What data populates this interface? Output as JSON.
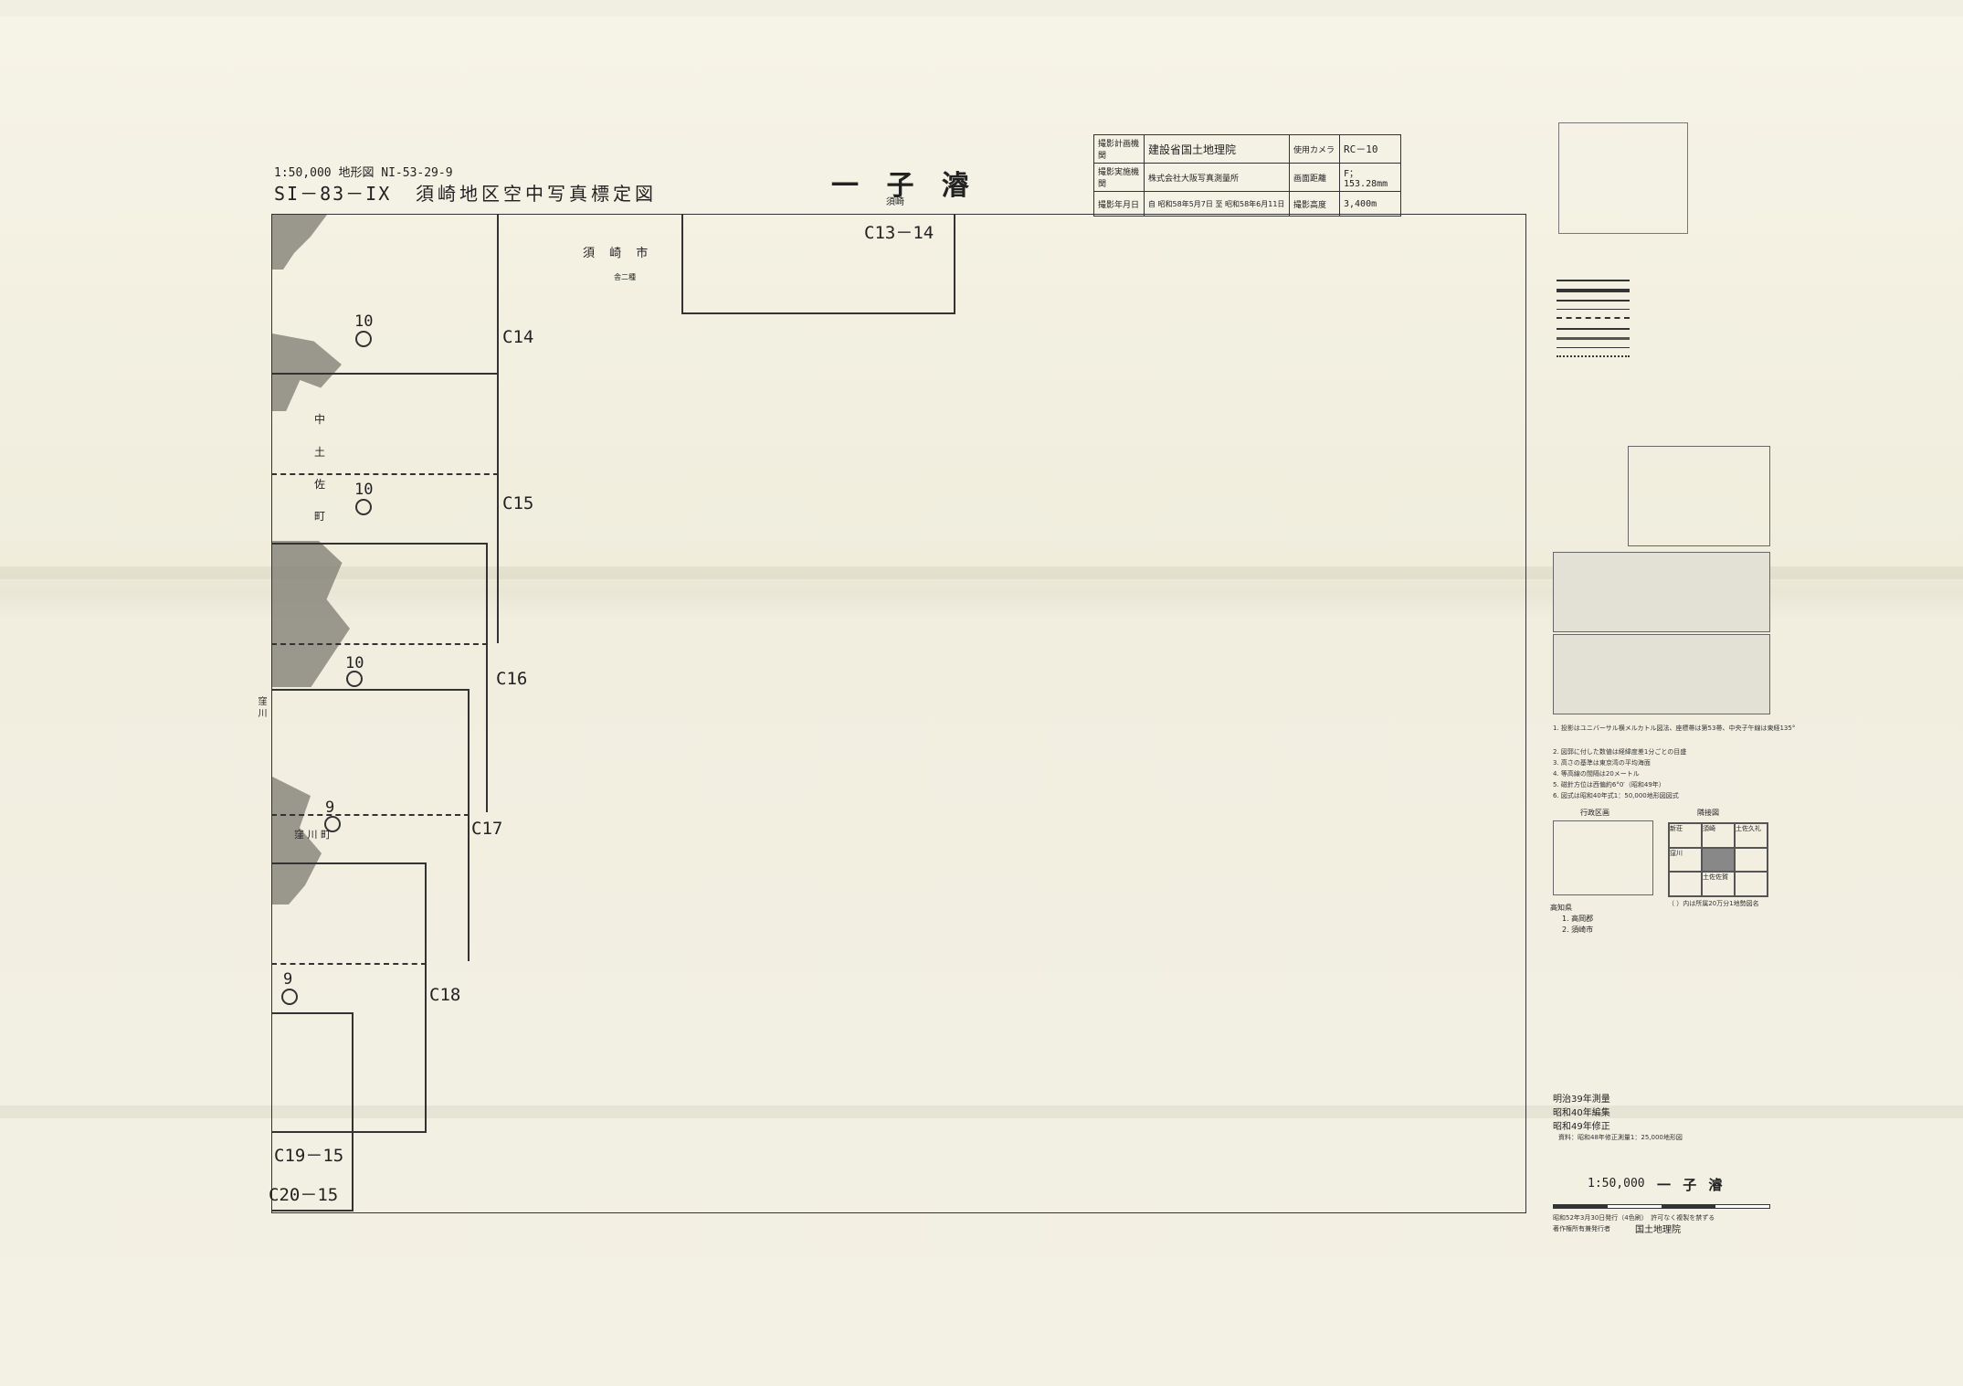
{
  "header": {
    "scale_line": "1:50,000 地形図 NI-53-29-9",
    "code": "SI－83－IX",
    "title": "須崎地区空中写真標定図",
    "sheet_name": "一 子 濬",
    "sheet_sub": "須崎"
  },
  "info_table": {
    "rows": [
      {
        "k1": "撮影計画機関",
        "v1": "建設省国土地理院",
        "k2": "使用カメラ",
        "v2": "RC－10"
      },
      {
        "k1": "撮影実施機関",
        "v1": "株式会社大阪写真測量所",
        "k2": "画面距離",
        "v2": "F；153.28mm"
      },
      {
        "k1": "撮影年月日",
        "v1": "自 昭和58年5月7日 至 昭和58年6月11日",
        "k2": "撮影高度",
        "v2": "3,400m"
      }
    ]
  },
  "map": {
    "place_city": "須 崎 市",
    "place_small": "舎二種",
    "left_labels": [
      "中",
      "土",
      "佐",
      "町"
    ],
    "kubokawa": "窪 川",
    "kubokawa_cho": "窪 川 町",
    "strips": [
      {
        "label": "C13－14"
      },
      {
        "label": "C14"
      },
      {
        "label": "C15"
      },
      {
        "label": "C16"
      },
      {
        "label": "C17"
      },
      {
        "label": "C18"
      },
      {
        "label": "C19－15"
      },
      {
        "label": "C20－15"
      }
    ],
    "course_numbers": [
      "10",
      "10",
      "10",
      "9",
      "9"
    ]
  },
  "legend": {
    "notes": [
      "1. 投影はユニバーサル横メルカトル図法、座標帯は第53帯、中央子午線は東経135°",
      "2. 図郭に付した数値は経緯度差1分ごとの目盛",
      "3. 高さの基準は東京湾の平均海面",
      "4. 等高線の間隔は20メートル",
      "5. 磁針方位は西偏約6°0′（昭和49年）",
      "6. 図式は昭和40年式1：50,000地形図図式"
    ],
    "admin_title": "行政区画",
    "adjacent_title": "隣接図",
    "adjacent_cells": [
      "新荘",
      "須崎",
      "土佐久礼",
      "窪川",
      "",
      "",
      "",
      "土佐佐賀",
      ""
    ],
    "adjacent_note": "（ ）内は所属20万分1地勢図名",
    "prefecture": "高知県",
    "pref_items": [
      "1. 高岡郡",
      "2. 須崎市"
    ]
  },
  "footer": {
    "survey1": "明治39年測量",
    "survey2": "昭和40年編集",
    "survey3": "昭和49年修正",
    "source": "資料：昭和48年修正測量1：25,000地形図",
    "scale_title": "1:50,000",
    "scale_name": "一 子 濬",
    "pub1": "昭和52年3月30日発行（4色刷）　許可なく複製を禁ずる",
    "pub2": "著作権所有兼発行者",
    "publisher": "国土地理院"
  },
  "colors": {
    "ink": "#222222",
    "paper": "#f1efe2",
    "land": "#7c7a70"
  }
}
